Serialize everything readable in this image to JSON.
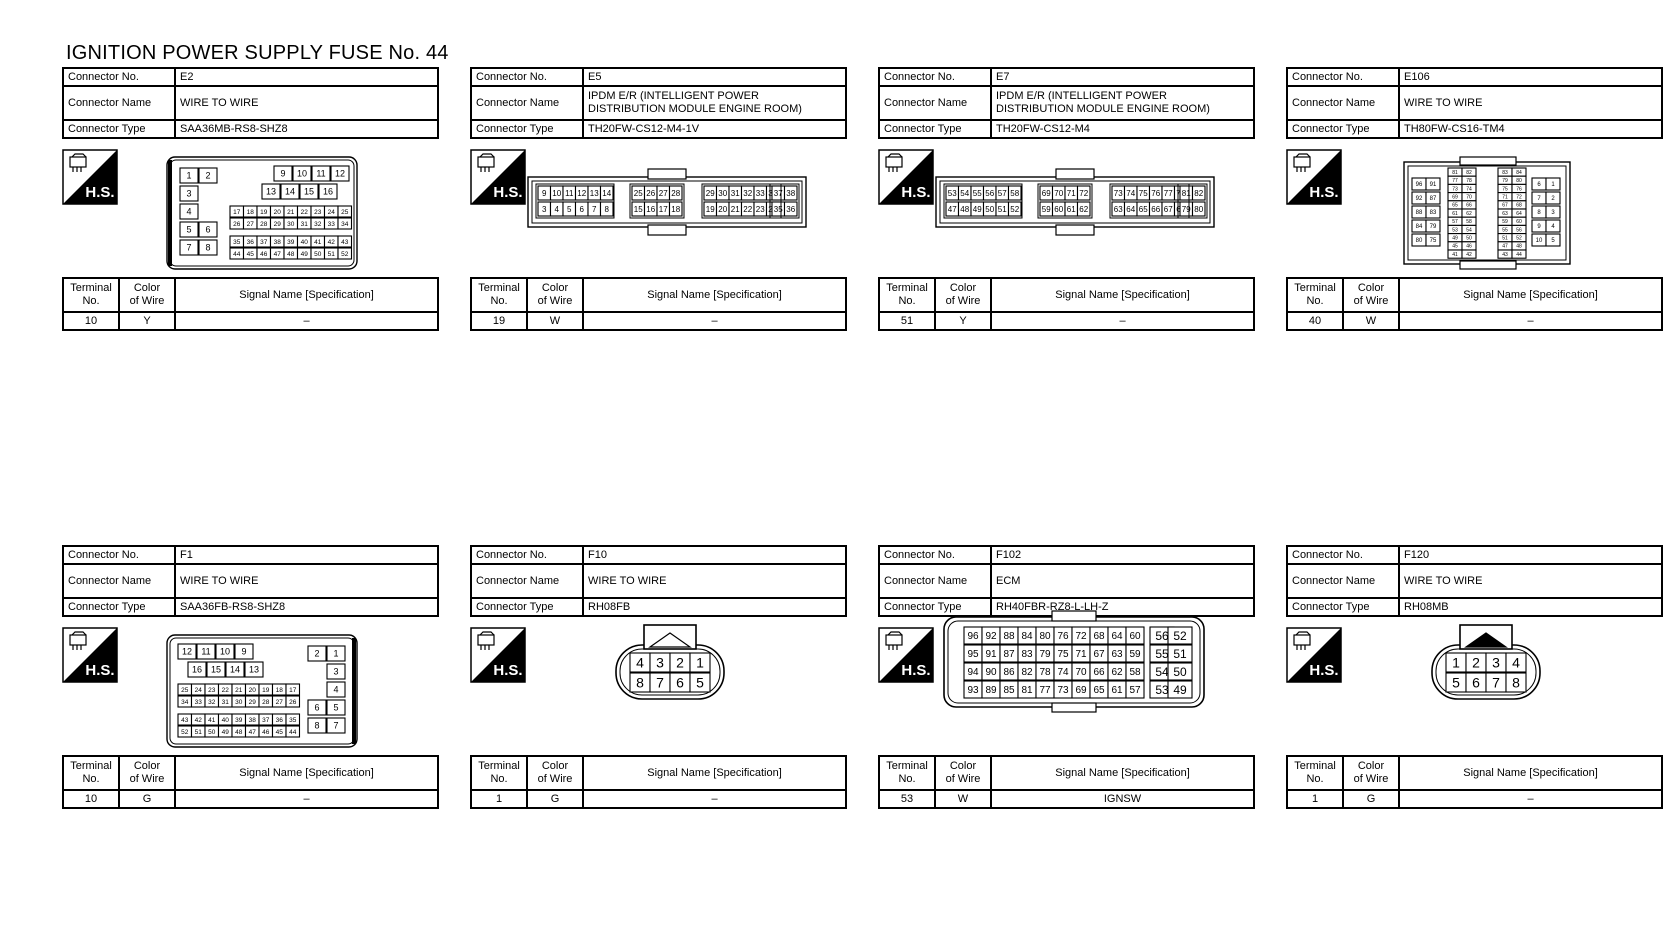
{
  "title": "IGNITION POWER SUPPLY FUSE No. 44",
  "labels": {
    "connector_no": "Connector No.",
    "connector_name": "Connector Name",
    "connector_type": "Connector Type",
    "terminal_no_line1": "Terminal",
    "terminal_no_line2": "No.",
    "color_line1": "Color",
    "color_line2": "of Wire",
    "signal_name": "Signal Name [Specification]",
    "hs": "H.S."
  },
  "connectors": [
    {
      "no": "E2",
      "name_line1": "WIRE TO WIRE",
      "name_line2": "",
      "type": "SAA36MB-RS8-SHZ8",
      "terminal": "10",
      "color": "Y",
      "signal": "–"
    },
    {
      "no": "E5",
      "name_line1": "IPDM E/R (INTELLIGENT POWER",
      "name_line2": "DISTRIBUTION MODULE ENGINE ROOM)",
      "type": "TH20FW-CS12-M4-1V",
      "terminal": "19",
      "color": "W",
      "signal": "–"
    },
    {
      "no": "E7",
      "name_line1": "IPDM E/R (INTELLIGENT POWER",
      "name_line2": "DISTRIBUTION MODULE ENGINE ROOM)",
      "type": "TH20FW-CS12-M4",
      "terminal": "51",
      "color": "Y",
      "signal": "–"
    },
    {
      "no": "E106",
      "name_line1": "WIRE TO WIRE",
      "name_line2": "",
      "type": "TH80FW-CS16-TM4",
      "terminal": "40",
      "color": "W",
      "signal": "–"
    },
    {
      "no": "F1",
      "name_line1": "WIRE TO WIRE",
      "name_line2": "",
      "type": "SAA36FB-RS8-SHZ8",
      "terminal": "10",
      "color": "G",
      "signal": "–"
    },
    {
      "no": "F10",
      "name_line1": "WIRE TO WIRE",
      "name_line2": "",
      "type": "RH08FB",
      "terminal": "1",
      "color": "G",
      "signal": "–"
    },
    {
      "no": "F102",
      "name_line1": "ECM",
      "name_line2": "",
      "type": "RH40FBR-RZ8-L-LH-Z",
      "terminal": "53",
      "color": "W",
      "signal": "IGNSW"
    },
    {
      "no": "F120",
      "name_line1": "WIRE TO WIRE",
      "name_line2": "",
      "type": "RH08MB",
      "terminal": "1",
      "color": "G",
      "signal": "–"
    }
  ],
  "pinouts": {
    "e2": {
      "left": [
        [
          "1",
          "2"
        ],
        [
          "3"
        ],
        [
          "4"
        ],
        [
          "5",
          "6"
        ],
        [
          "7",
          "8"
        ]
      ],
      "right_top": [
        [
          "9",
          "10",
          "11",
          "12"
        ],
        [
          "13",
          "14",
          "15",
          "16"
        ]
      ],
      "grid": [
        [
          "17",
          "18",
          "19",
          "20",
          "21",
          "22",
          "23",
          "24",
          "25"
        ],
        [
          "26",
          "27",
          "28",
          "29",
          "30",
          "31",
          "32",
          "33",
          "34"
        ],
        [
          "35",
          "36",
          "37",
          "38",
          "39",
          "40",
          "41",
          "42",
          "43"
        ],
        [
          "44",
          "45",
          "46",
          "47",
          "48",
          "49",
          "50",
          "51",
          "52"
        ]
      ]
    },
    "e5": {
      "row1": [
        "9",
        "10",
        "11",
        "12",
        "13",
        "14",
        "25",
        "26",
        "27",
        "28",
        "29",
        "30",
        "31",
        "32",
        "33",
        "34",
        "37",
        "38"
      ],
      "row2": [
        "3",
        "4",
        "5",
        "6",
        "7",
        "8",
        "15",
        "16",
        "17",
        "18",
        "19",
        "20",
        "21",
        "22",
        "23",
        "24",
        "35",
        "36"
      ]
    },
    "e7": {
      "row1": [
        "53",
        "54",
        "55",
        "56",
        "57",
        "58",
        "69",
        "70",
        "71",
        "72",
        "73",
        "74",
        "75",
        "76",
        "77",
        "78",
        "81",
        "82"
      ],
      "row2": [
        "47",
        "48",
        "49",
        "50",
        "51",
        "52",
        "59",
        "60",
        "61",
        "62",
        "63",
        "64",
        "65",
        "66",
        "67",
        "68",
        "79",
        "80"
      ]
    },
    "e106": {
      "left": [
        [
          "96",
          "91"
        ],
        [
          "92",
          "87"
        ],
        [
          "88",
          "83"
        ],
        [
          "84",
          "79"
        ],
        [
          "80",
          "75"
        ]
      ],
      "cols": [
        [
          "81",
          "77",
          "73",
          "69",
          "65",
          "61",
          "57",
          "53",
          "49",
          "45",
          "41"
        ],
        [
          "82",
          "78",
          "74",
          "70",
          "66",
          "62",
          "58",
          "54",
          "50",
          "46",
          "42"
        ],
        [
          "83",
          "79",
          "75",
          "71",
          "67",
          "63",
          "59",
          "55",
          "51",
          "47",
          "43"
        ],
        [
          "84",
          "80",
          "76",
          "72",
          "68",
          "64",
          "60",
          "56",
          "52",
          "48",
          "44"
        ]
      ],
      "right": [
        [
          "6",
          "1"
        ],
        [
          "7",
          "2"
        ],
        [
          "8",
          "3"
        ],
        [
          "9",
          "4"
        ],
        [
          "10",
          "5"
        ]
      ]
    },
    "f1": {
      "top": [
        [
          "12",
          "11",
          "10",
          "9"
        ],
        [
          "16",
          "15",
          "14",
          "13"
        ]
      ],
      "right": [
        [
          "2",
          "1"
        ],
        [
          "3"
        ],
        [
          "4"
        ],
        [
          "6",
          "5"
        ],
        [
          "8",
          "7"
        ]
      ],
      "grid": [
        [
          "25",
          "24",
          "23",
          "22",
          "21",
          "20",
          "19",
          "18",
          "17"
        ],
        [
          "34",
          "33",
          "32",
          "31",
          "30",
          "29",
          "28",
          "27",
          "26"
        ],
        [
          "43",
          "42",
          "41",
          "40",
          "39",
          "38",
          "37",
          "36",
          "35"
        ],
        [
          "52",
          "51",
          "50",
          "49",
          "48",
          "47",
          "46",
          "45",
          "44"
        ]
      ]
    },
    "f10": {
      "row1": [
        "4",
        "3",
        "2",
        "1"
      ],
      "row2": [
        "8",
        "7",
        "6",
        "5"
      ]
    },
    "f102": {
      "rows": [
        [
          "96",
          "92",
          "88",
          "84",
          "80",
          "76",
          "72",
          "68",
          "64",
          "60",
          "56",
          "52"
        ],
        [
          "95",
          "91",
          "87",
          "83",
          "79",
          "75",
          "71",
          "67",
          "63",
          "59",
          "55",
          "51"
        ],
        [
          "94",
          "90",
          "86",
          "82",
          "78",
          "74",
          "70",
          "66",
          "62",
          "58",
          "54",
          "50"
        ],
        [
          "93",
          "89",
          "85",
          "81",
          "77",
          "73",
          "69",
          "65",
          "61",
          "57",
          "53",
          "49"
        ]
      ]
    },
    "f120": {
      "row1": [
        "1",
        "2",
        "3",
        "4"
      ],
      "row2": [
        "5",
        "6",
        "7",
        "8"
      ]
    }
  }
}
